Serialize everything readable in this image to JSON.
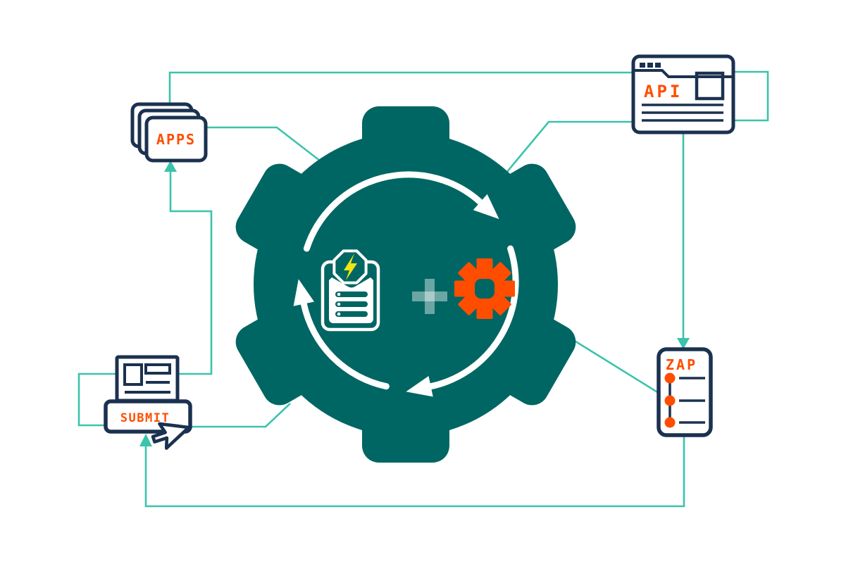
{
  "nodes": {
    "apps": {
      "label": "APPS"
    },
    "api": {
      "label": "API"
    },
    "zap": {
      "label": "ZAP"
    },
    "submit": {
      "label": "SUBMIT"
    }
  },
  "center": {
    "left_icon": "form-lightning-icon",
    "operator_icon": "plus-icon",
    "right_icon": "zapier-asterisk-icon",
    "cycle_icon": "circular-arrows-clockwise"
  },
  "colors": {
    "gear_teal": "#006663",
    "connector_teal": "#3BC3AB",
    "outline_navy": "#1B3150",
    "accent_orange": "#FF4D00",
    "lightning_yellow": "#F1E414",
    "background": "#FFFFFF"
  }
}
